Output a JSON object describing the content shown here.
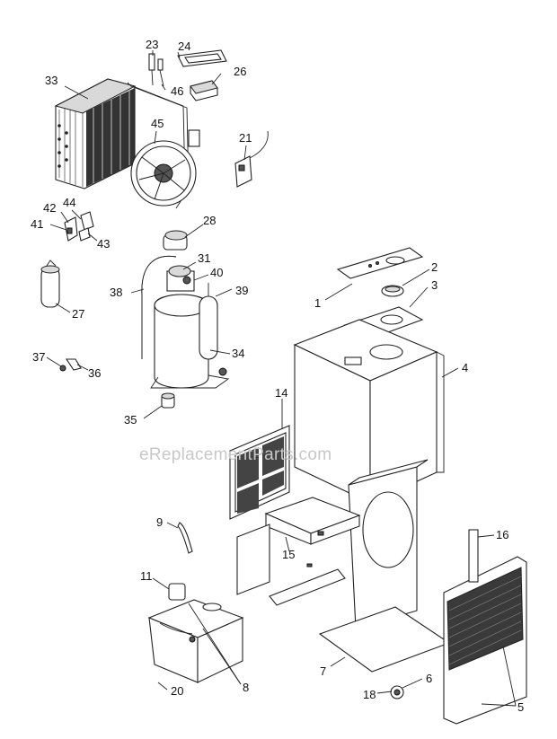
{
  "watermark": "eReplacementParts.com",
  "callouts": [
    {
      "id": "23",
      "label": "23"
    },
    {
      "id": "24",
      "label": "24"
    },
    {
      "id": "26",
      "label": "26"
    },
    {
      "id": "46",
      "label": "46"
    },
    {
      "id": "33",
      "label": "33"
    },
    {
      "id": "45",
      "label": "45"
    },
    {
      "id": "21",
      "label": "21"
    },
    {
      "id": "44",
      "label": "44"
    },
    {
      "id": "42",
      "label": "42"
    },
    {
      "id": "41",
      "label": "41"
    },
    {
      "id": "43",
      "label": "43"
    },
    {
      "id": "28",
      "label": "28"
    },
    {
      "id": "31",
      "label": "31"
    },
    {
      "id": "40",
      "label": "40"
    },
    {
      "id": "38",
      "label": "38"
    },
    {
      "id": "39",
      "label": "39"
    },
    {
      "id": "27",
      "label": "27"
    },
    {
      "id": "34",
      "label": "34"
    },
    {
      "id": "37",
      "label": "37"
    },
    {
      "id": "36",
      "label": "36"
    },
    {
      "id": "35",
      "label": "35"
    },
    {
      "id": "1",
      "label": "1"
    },
    {
      "id": "2",
      "label": "2"
    },
    {
      "id": "3",
      "label": "3"
    },
    {
      "id": "4",
      "label": "4"
    },
    {
      "id": "14",
      "label": "14"
    },
    {
      "id": "9",
      "label": "9"
    },
    {
      "id": "15",
      "label": "15"
    },
    {
      "id": "16",
      "label": "16"
    },
    {
      "id": "11",
      "label": "11"
    },
    {
      "id": "7",
      "label": "7"
    },
    {
      "id": "6",
      "label": "6"
    },
    {
      "id": "18",
      "label": "18"
    },
    {
      "id": "8",
      "label": "8"
    },
    {
      "id": "20",
      "label": "20"
    },
    {
      "id": "5",
      "label": "5"
    }
  ]
}
